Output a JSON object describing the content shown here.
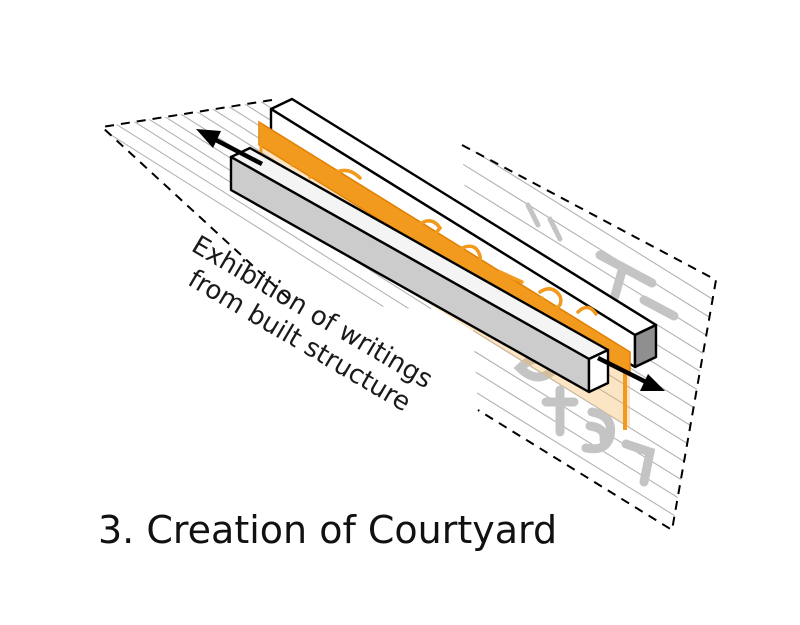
{
  "annotation": {
    "line1": "Exhibition of writings",
    "line2": "from built structure"
  },
  "caption": "3. Creation of Courtyard",
  "colors": {
    "accent_orange": "#f29a1e",
    "wall_gray": "#cccccc",
    "end_face_gray": "#9c9c9c",
    "hatch_gray": "#a6a6a6",
    "outline_black": "#000000"
  }
}
